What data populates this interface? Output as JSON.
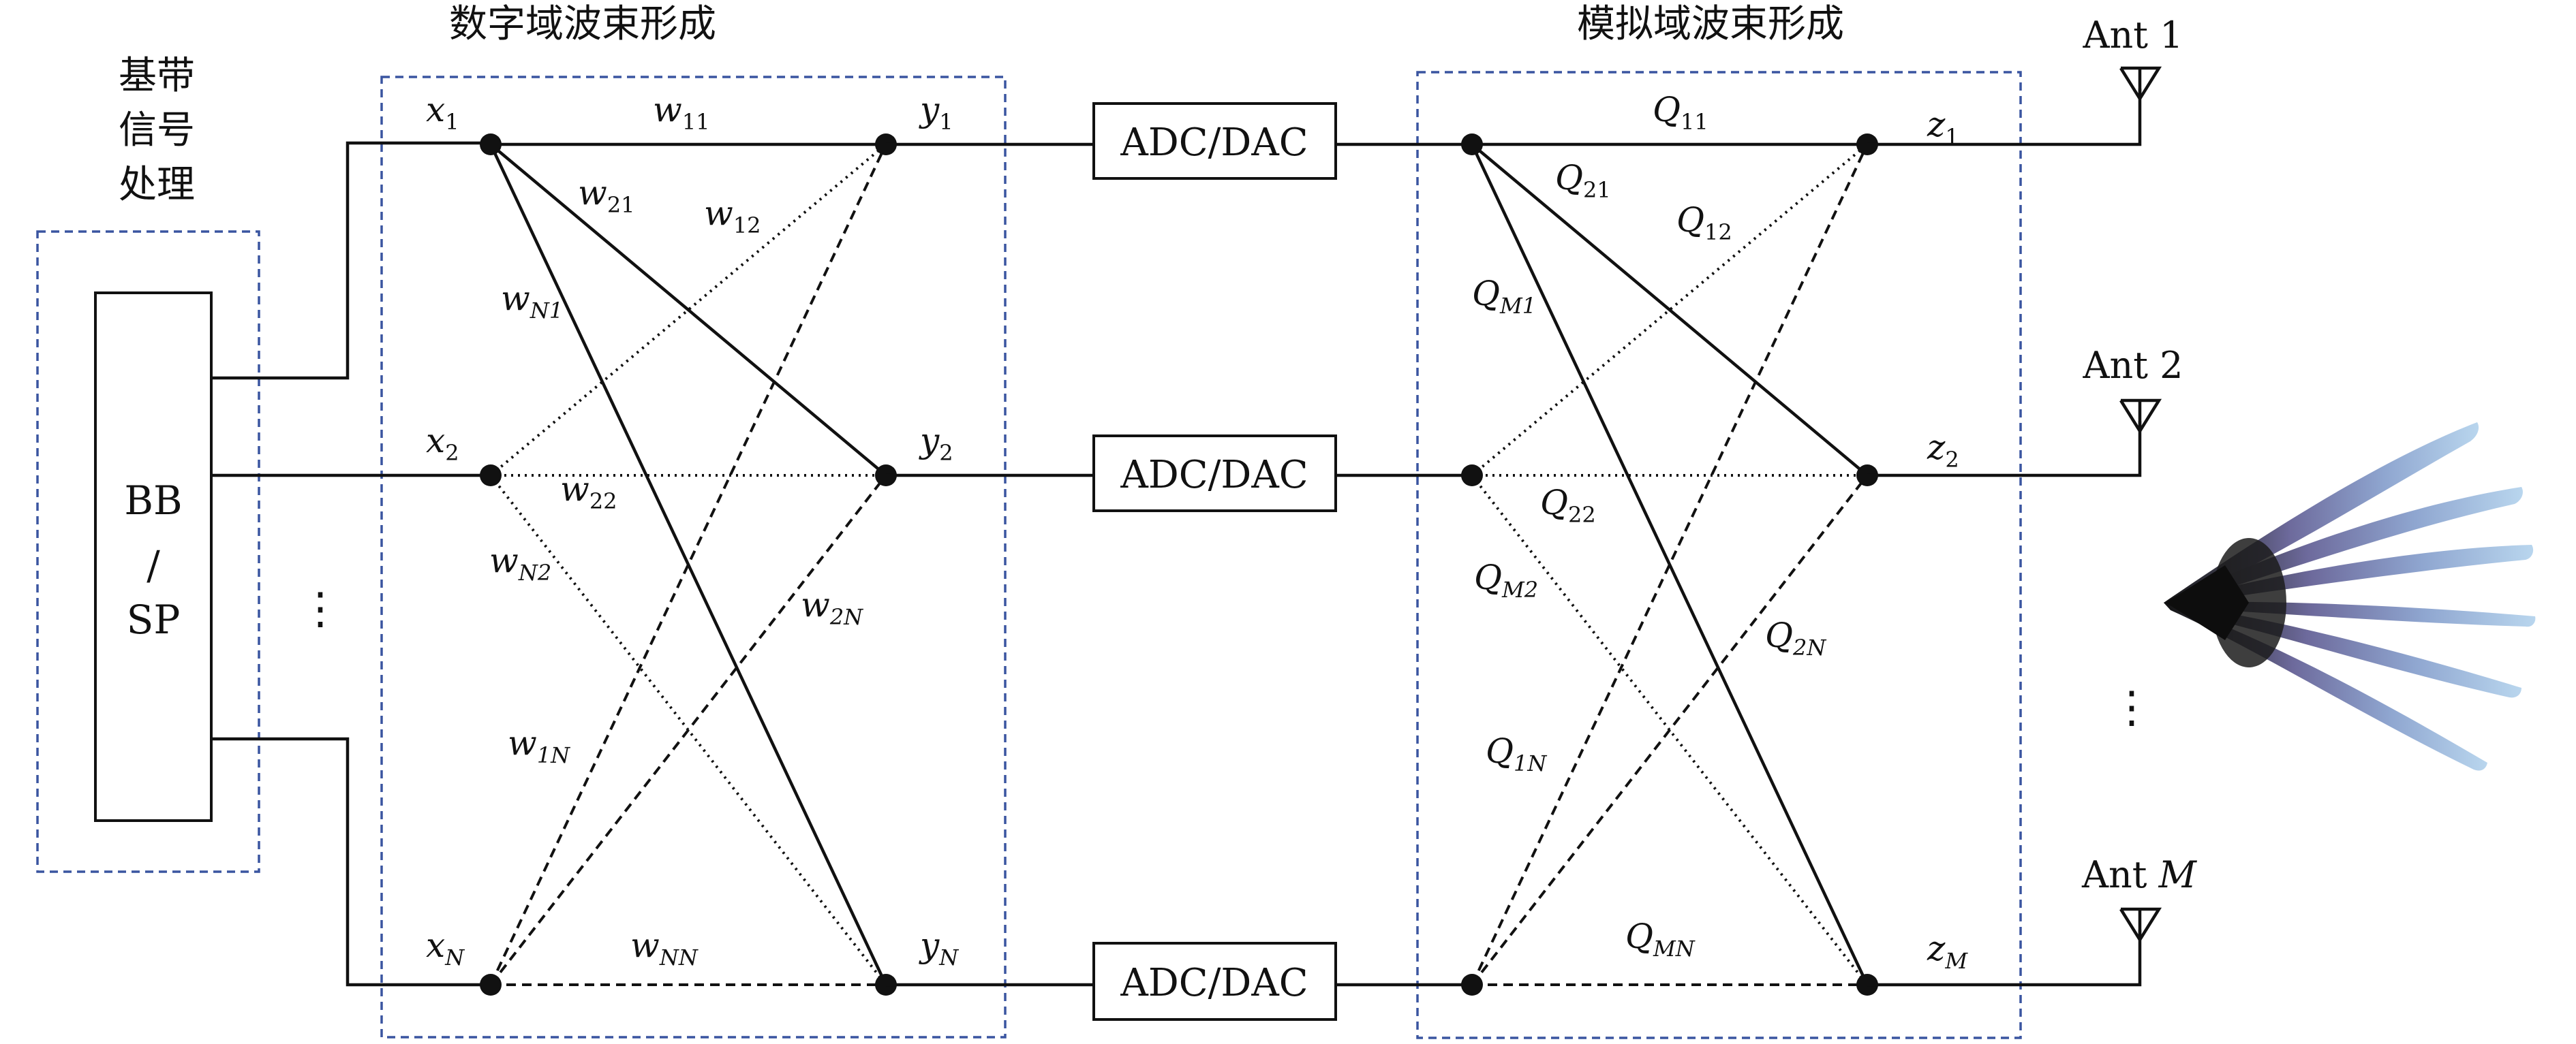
{
  "titles": {
    "digital": "数字域波束形成",
    "analog": "模拟域波束形成",
    "baseband": [
      "基带",
      "信号",
      "处理"
    ]
  },
  "bbsp": [
    "BB",
    "/",
    "SP"
  ],
  "adc_label": "ADC/DAC",
  "antennas": {
    "ant1": "Ant 1",
    "ant2": "Ant 2",
    "antM_prefix": "Ant ",
    "antM_var": "M"
  },
  "nodes": {
    "x": [
      {
        "v": "x",
        "s": "1"
      },
      {
        "v": "x",
        "s": "2"
      },
      {
        "v": "x",
        "s": "N"
      }
    ],
    "y": [
      {
        "v": "y",
        "s": "1"
      },
      {
        "v": "y",
        "s": "2"
      },
      {
        "v": "y",
        "s": "N"
      }
    ],
    "z": [
      {
        "v": "z",
        "s": "1"
      },
      {
        "v": "z",
        "s": "2"
      },
      {
        "v": "z",
        "s": "M"
      }
    ]
  },
  "digital_weights": {
    "w11": {
      "v": "w",
      "s": "11"
    },
    "w21": {
      "v": "w",
      "s": "21"
    },
    "w12": {
      "v": "w",
      "s": "12"
    },
    "wN1": {
      "v": "w",
      "s": "N1"
    },
    "w22": {
      "v": "w",
      "s": "22"
    },
    "wN2": {
      "v": "w",
      "s": "N2"
    },
    "w2N": {
      "v": "w",
      "s": "2N"
    },
    "w1N": {
      "v": "w",
      "s": "1N"
    },
    "wNN": {
      "v": "w",
      "s": "NN"
    }
  },
  "analog_weights": {
    "Q11": {
      "v": "Q",
      "s": "11"
    },
    "Q21": {
      "v": "Q",
      "s": "21"
    },
    "Q12": {
      "v": "Q",
      "s": "12"
    },
    "QM1": {
      "v": "Q",
      "s": "M1"
    },
    "Q22": {
      "v": "Q",
      "s": "22"
    },
    "QM2": {
      "v": "Q",
      "s": "M2"
    },
    "Q2N": {
      "v": "Q",
      "s": "2N"
    },
    "Q1N": {
      "v": "Q",
      "s": "1N"
    },
    "QMN": {
      "v": "Q",
      "s": "MN"
    }
  },
  "ellipsis": "⋮",
  "colors": {
    "box_dash": "#3a55a0",
    "line": "#111111",
    "beam_light": "#a9c8e6",
    "beam_mid": "#6f6c9e",
    "beam_dark": "#1a1a1a"
  }
}
